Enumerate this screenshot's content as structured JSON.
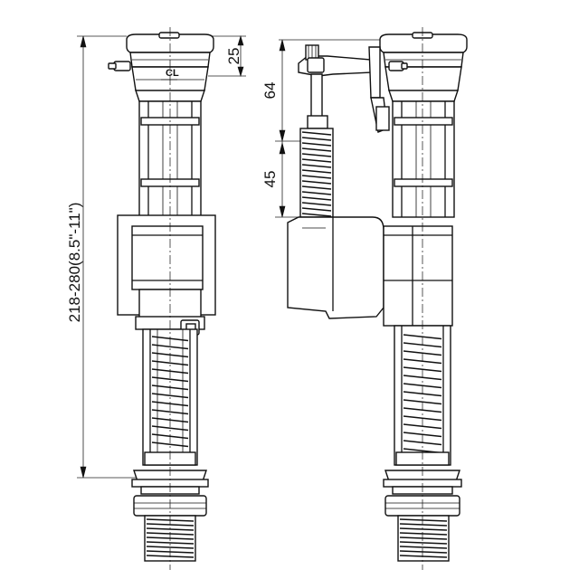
{
  "dimensions": {
    "overall_height": "218-280(8.5\"-11\")",
    "top_offset": "25",
    "arm_height": "64",
    "float_travel": "45"
  },
  "labels": {
    "centerline": "CL"
  }
}
